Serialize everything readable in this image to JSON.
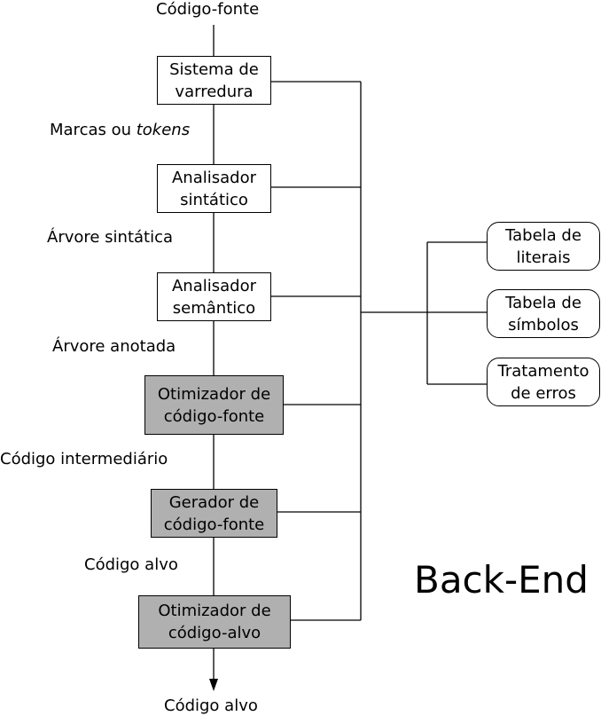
{
  "input_label": "Código-fonte",
  "phases": [
    {
      "line1": "Sistema de",
      "line2": "varredura"
    },
    {
      "line1": "Analisador",
      "line2": "sintático"
    },
    {
      "line1": "Analisador",
      "line2": "semântico"
    },
    {
      "line1": "Otimizador de",
      "line2": "código-fonte"
    },
    {
      "line1": "Gerador de",
      "line2": "código-fonte"
    },
    {
      "line1": "Otimizador de",
      "line2": "código-alvo"
    }
  ],
  "edge_labels": {
    "tokens_prefix": "Marcas ou ",
    "tokens_italic": "tokens",
    "syntax_tree": "Árvore sintática",
    "annotated_tree": "Árvore anotada",
    "intermediate_code": "Código intermediário",
    "target_code": "Código alvo"
  },
  "output_label": "Código alvo",
  "support": [
    {
      "line1": "Tabela de",
      "line2": "literais"
    },
    {
      "line1": "Tabela de",
      "line2": "símbolos"
    },
    {
      "line1": "Tratamento",
      "line2": "de erros"
    }
  ],
  "section_title": "Back-End",
  "colors": {
    "line": "#000000",
    "grey_fill": "#b0b0b0",
    "white_fill": "#ffffff"
  }
}
